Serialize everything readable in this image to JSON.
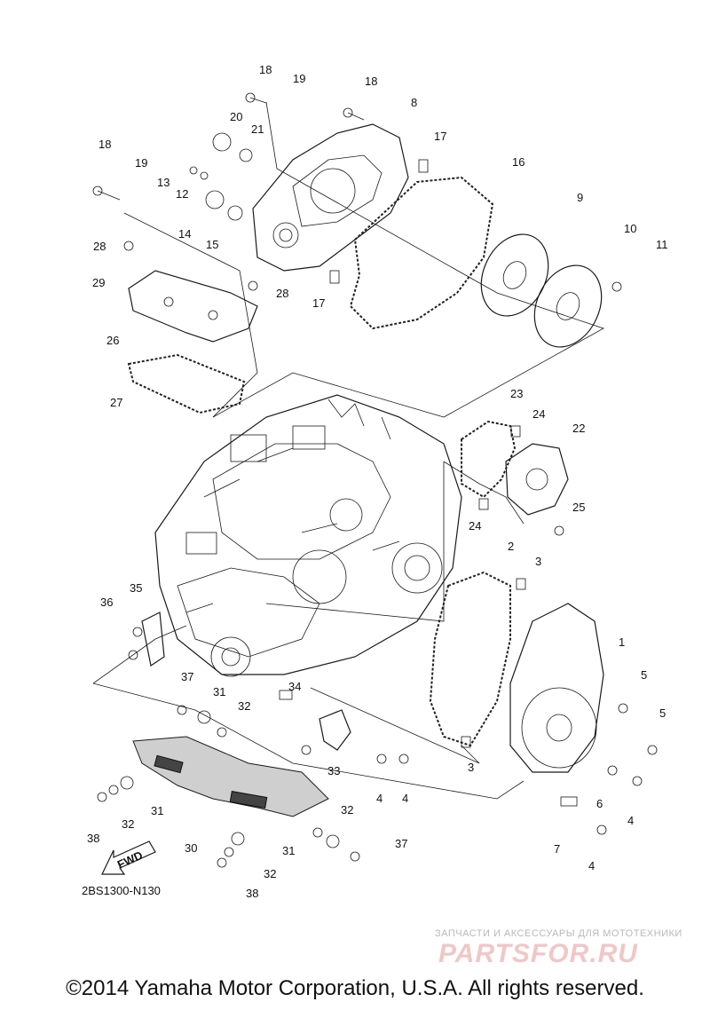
{
  "diagram": {
    "callouts": [
      "1",
      "2",
      "3",
      "3",
      "4",
      "4",
      "4",
      "4",
      "5",
      "5",
      "6",
      "7",
      "8",
      "9",
      "10",
      "11",
      "12",
      "13",
      "14",
      "15",
      "16",
      "17",
      "17",
      "18",
      "18",
      "18",
      "19",
      "19",
      "20",
      "21",
      "22",
      "23",
      "24",
      "24",
      "25",
      "26",
      "27",
      "28",
      "28",
      "29",
      "30",
      "31",
      "31",
      "31",
      "32",
      "32",
      "32",
      "32",
      "33",
      "34",
      "35",
      "36",
      "37",
      "37",
      "38",
      "38"
    ],
    "fwd_label": "FWD",
    "drawing_code": "2BS1300-N130"
  },
  "watermark": {
    "line": "ЗАПЧАСТИ И АКСЕССУАРЫ ДЛЯ МОТОТЕХНИКИ",
    "logo": "PARTSFOR.RU"
  },
  "footer": {
    "copyright": "©2014 Yamaha Motor Corporation, U.S.A. All rights reserved."
  }
}
